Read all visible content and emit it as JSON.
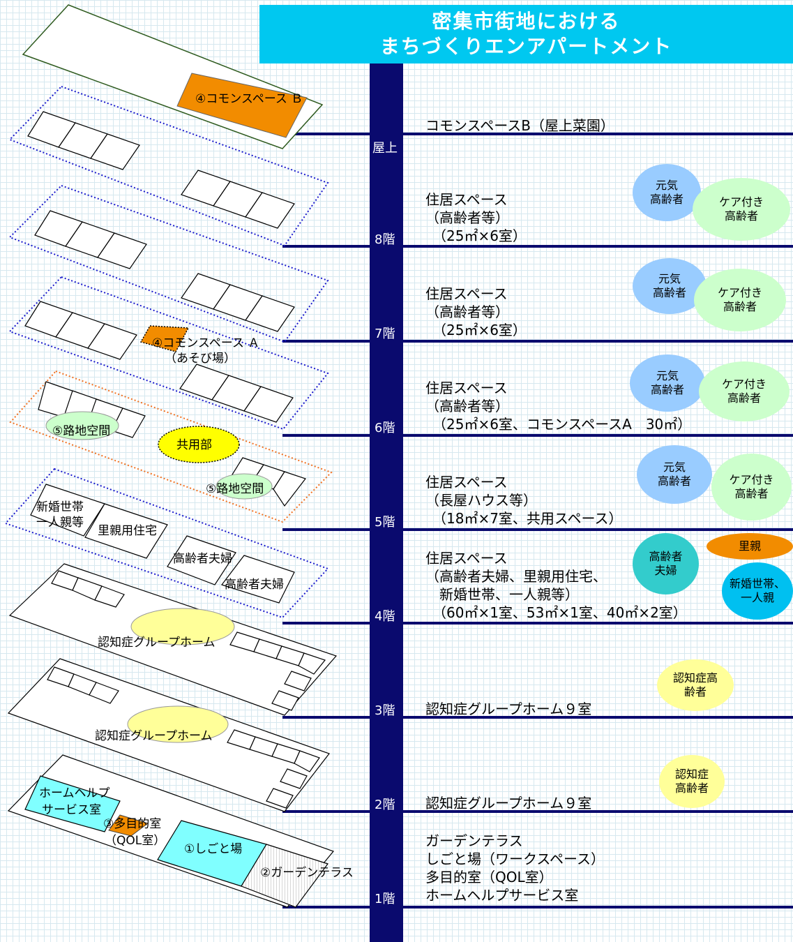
{
  "title": {
    "line1": "密集市街地における",
    "line2": "まちづくりエンアパートメント"
  },
  "floors": [
    {
      "key": "roof",
      "label": "屋上",
      "lines": [
        "コモンスペースB（屋上菜園）"
      ]
    },
    {
      "key": "f8",
      "label": "8階",
      "lines": [
        "住居スペース",
        "（高齢者等）",
        "　（25㎡×6室）"
      ]
    },
    {
      "key": "f7",
      "label": "7階",
      "lines": [
        "住居スペース",
        "（高齢者等）",
        "　（25㎡×6室）"
      ]
    },
    {
      "key": "f6",
      "label": "6階",
      "lines": [
        "住居スペース",
        "（高齢者等）",
        "　（25㎡×6室、コモンスペースA　30㎡）"
      ]
    },
    {
      "key": "f5",
      "label": "5階",
      "lines": [
        "住居スペース",
        "（長屋ハウス等）",
        "　（18㎡×7室、共用スペース）"
      ]
    },
    {
      "key": "f4",
      "label": "4階",
      "lines": [
        "住居スペース",
        "（高齢者夫婦、里親用住宅、",
        "　新婚世帯、一人親等）",
        "　（60㎡×1室、53㎡×1室、40㎡×2室）"
      ]
    },
    {
      "key": "f3",
      "label": "3階",
      "lines": [
        "認知症グループホーム９室"
      ]
    },
    {
      "key": "f2",
      "label": "2階",
      "lines": [
        "認知症グループホーム９室"
      ]
    },
    {
      "key": "f1",
      "label": "1階",
      "lines": [
        "ガーデンテラス",
        "しごと場（ワークスペース）",
        "多目的室（QOL室）",
        "ホームヘルプサービス室"
      ]
    }
  ],
  "bubbles": {
    "genki": "元気\n高齢者",
    "care": "ケア付き\n高齢者",
    "fufu": "高齢者\n夫婦",
    "satooya": "里親",
    "shinkon": "新婚世帯、\n一人親",
    "ninchi3": "認知症高\n齢者",
    "ninchi2": "認知症\n高齢者"
  },
  "diagram_labels": {
    "common_b": "④コモンスペース Ｂ",
    "common_a": "④コモンスペース Ａ",
    "asobiba": "（あそび場）",
    "roji1": "⑤路地空間",
    "roji2": "⑤路地空間",
    "kyoyo": "共用部",
    "shinkon": "新婚世帯",
    "hitorioya": "一人親等",
    "satooya": "里親用住宅",
    "fufu1": "高齢者夫婦",
    "fufu2": "高齢者夫婦",
    "gh4": "認知症グループホーム",
    "gh3": "認知症グループホーム",
    "homehelp1": "ホームヘルプ",
    "homehelp2": "サービス室",
    "tamokuteki": "③多目的室",
    "qol": "（QOL室）",
    "shigoto": "①しごと場",
    "garden": "②ガーデンテラス"
  },
  "colors": {
    "title_bg": "#00c8f0",
    "spine": "#0a0a6e",
    "orange": "#f28c00",
    "cyan": "#80ffff",
    "yellow": "#ffff00",
    "blue_bubble": "#99ccff",
    "green_bubble": "#ccffcc",
    "teal_bubble": "#33cccc",
    "pale_yellow": "#ffff99",
    "sky_bubble": "#00c0f0"
  }
}
